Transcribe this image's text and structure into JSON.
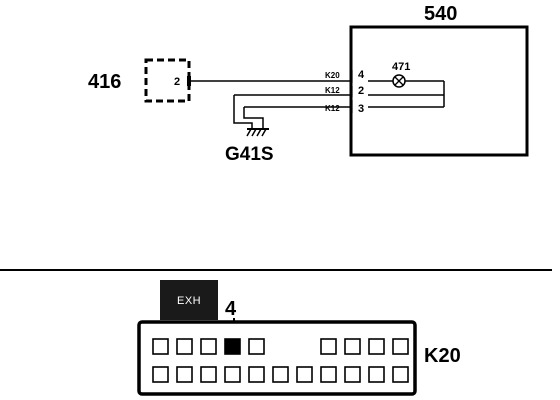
{
  "schematic": {
    "module_label": "540",
    "component_label": "416",
    "component_pin": "2",
    "ground_label": "G41S",
    "bulb_label": "471",
    "wires": [
      {
        "circuit": "K20",
        "pin": "4"
      },
      {
        "circuit": "K12",
        "pin": "2"
      },
      {
        "circuit": "K12",
        "pin": "3"
      }
    ]
  },
  "connector": {
    "label": "K20",
    "tag_label": "EXH",
    "pin_callout": "4"
  },
  "colors": {
    "line": "#000000",
    "background": "#ffffff",
    "tag_fill": "#1a1a1a"
  }
}
